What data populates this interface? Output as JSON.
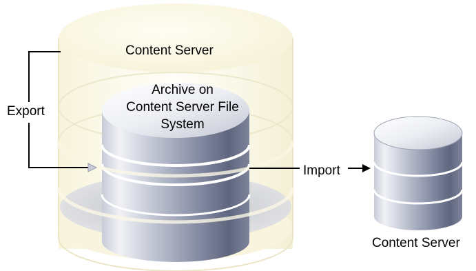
{
  "diagram": {
    "source_server_label": "Content Server",
    "archive_label_lines": [
      "Archive on",
      "Content Server File",
      "System"
    ],
    "export_label": "Export",
    "import_label": "Import",
    "target_server_label": "Content Server"
  },
  "colors": {
    "outer_cylinder_fill": "#fbf8e4",
    "outer_cylinder_edge": "#e6e1bf",
    "silver_light": "#f4f5f8",
    "silver_dark": "#59607a",
    "line": "#000000"
  },
  "icons": [
    "outer-cylinder",
    "archive-cylinder",
    "database-icon",
    "arrow-icon"
  ]
}
